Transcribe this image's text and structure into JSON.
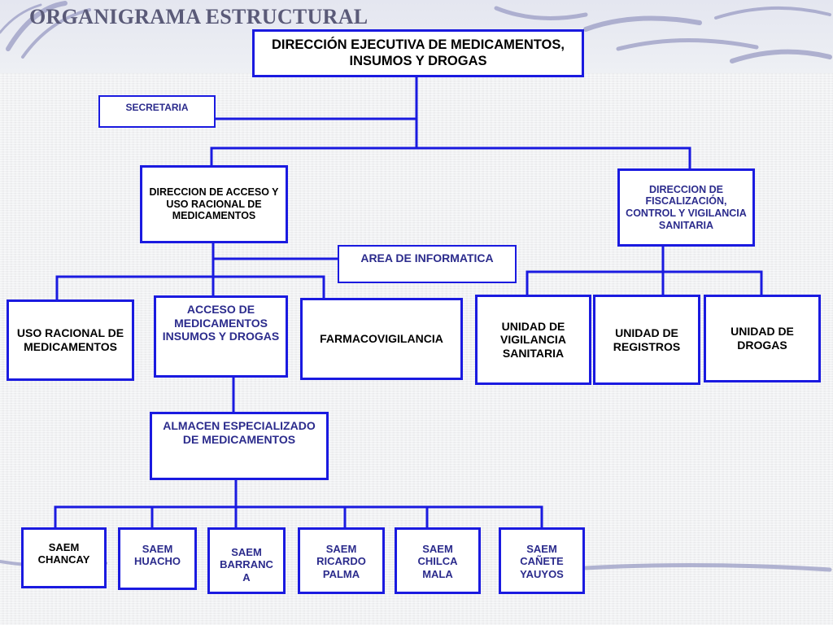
{
  "title": "ORGANIGRAMA ESTRUCTURAL",
  "colors": {
    "box_border": "#1a1ae0",
    "connector": "#1a1ae0",
    "title": "#5a5a78",
    "box_text_blue": "#2b2b8c"
  },
  "nodes": {
    "direccion_ejecutiva": "DIRECCIÓN EJECUTIVA DE MEDICAMENTOS, INSUMOS Y DROGAS",
    "secretaria": "SECRETARIA",
    "direccion_acceso": "DIRECCION DE ACCESO Y USO RACIONAL DE MEDICAMENTOS",
    "direccion_fiscalizacion": "DIRECCION DE FISCALIZACIÓN, CONTROL Y VIGILANCIA SANITARIA",
    "area_informatica": "AREA DE INFORMATICA",
    "uso_racional": "USO RACIONAL DE MEDICAMENTOS",
    "acceso_medicamentos": "ACCESO DE MEDICAMENTOS INSUMOS Y DROGAS",
    "farmacovigilancia": "FARMACOVIGILANCIA",
    "unidad_vigilancia": "UNIDAD DE VIGILANCIA SANITARIA",
    "unidad_registros": "UNIDAD DE REGISTROS",
    "unidad_drogas": "UNIDAD DE DROGAS",
    "almacen": "ALMACEN ESPECIALIZADO DE MEDICAMENTOS",
    "saem_chancay": "SAEM CHANCAY",
    "saem_huacho": "SAEM HUACHO",
    "saem_barranca": "SAEM BARRANC A",
    "saem_ricardo_palma": "SAEM RICARDO PALMA",
    "saem_chilca_mala": "SAEM CHILCA MALA",
    "saem_canete_yauyos": "SAEM CAÑETE YAUYOS"
  }
}
